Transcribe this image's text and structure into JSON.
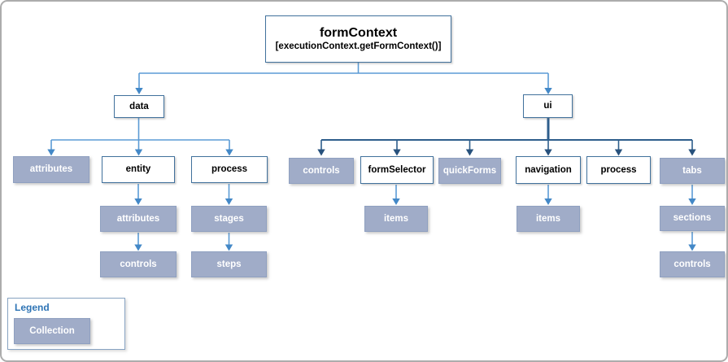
{
  "diagram": {
    "root": {
      "title": "formContext",
      "subtitle": "[executionContext.getFormContext()]"
    },
    "nodes": {
      "data": "data",
      "ui": "ui",
      "data_attributes": "attributes",
      "entity": "entity",
      "data_process": "process",
      "entity_attributes": "attributes",
      "entity_controls": "controls",
      "process_stages": "stages",
      "process_steps": "steps",
      "ui_controls": "controls",
      "form_selector": "formSelector",
      "quick_forms": "quickForms",
      "navigation": "navigation",
      "ui_process": "process",
      "tabs": "tabs",
      "form_selector_items": "items",
      "navigation_items": "items",
      "tabs_sections": "sections",
      "tabs_controls": "controls"
    },
    "legend": {
      "title": "Legend",
      "collection_label": "Collection"
    },
    "colors": {
      "collection_fill": "#A0ACC8",
      "collection_border": "#8FA0C0",
      "plain_box_border": "#41719C",
      "connector_light": "#5B9BD5",
      "connector_dark": "#2E5E8C",
      "legend_title": "#2E74B5"
    }
  }
}
